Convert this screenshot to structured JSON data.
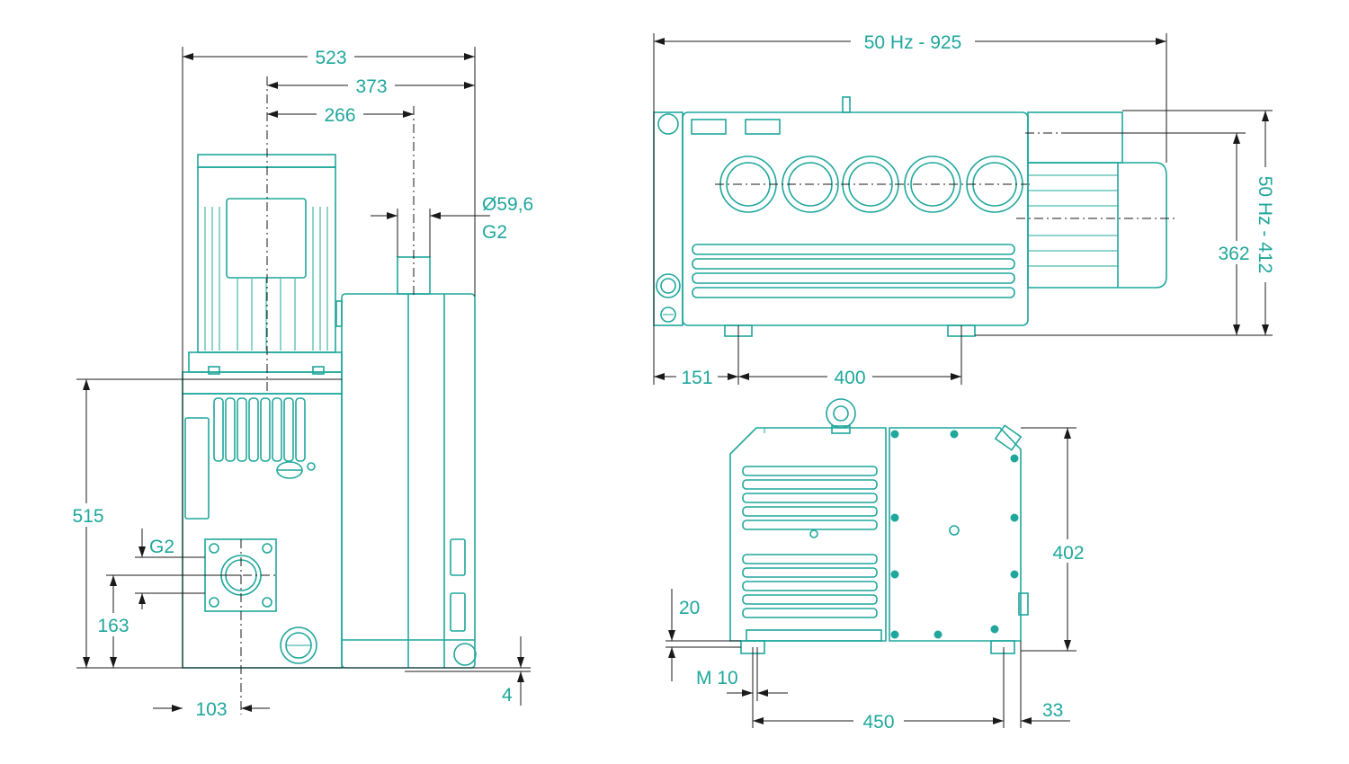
{
  "colors": {
    "outline": "#1fa79c",
    "dimension": "#1a1a1a",
    "label": "#1fa79c"
  },
  "dimensions": {
    "side_width": "523",
    "side_motor_axis": "373",
    "side_inlet_axis": "266",
    "inlet_diameter": "Ø59,6",
    "inlet_thread": "G2",
    "side_height": "515",
    "side_outlet_thread": "G2",
    "side_outlet_height": "163",
    "side_outlet_offset": "103",
    "side_base_offset": "4",
    "top_length": "50 Hz - 925",
    "top_height_total": "50 Hz - 412",
    "top_height": "362",
    "top_foot_offset": "151",
    "top_foot_spacing": "400",
    "front_height": "402",
    "front_foot_height": "20",
    "front_bolt": "M 10",
    "front_foot_spacing": "450",
    "front_foot_offset": "33"
  }
}
